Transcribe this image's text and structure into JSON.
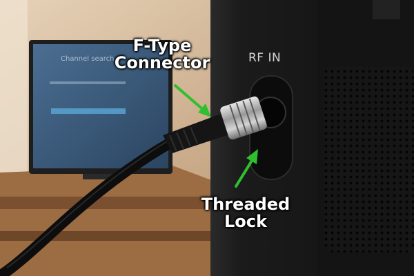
{
  "port_label": "RF IN",
  "tv_screen": {
    "title_text": "Channel search"
  },
  "callouts": {
    "top": {
      "line1": "F-Type",
      "line2": "Connector"
    },
    "bottom": {
      "line1": "Threaded",
      "line2": "Lock"
    }
  },
  "colors": {
    "arrow": "#2fbf2f",
    "device": "#1a1a1a",
    "wall": "#d9c4aa",
    "tv_screen": "#3a5878",
    "cable": "#111111",
    "connector_metal": "#a8a8a8"
  }
}
